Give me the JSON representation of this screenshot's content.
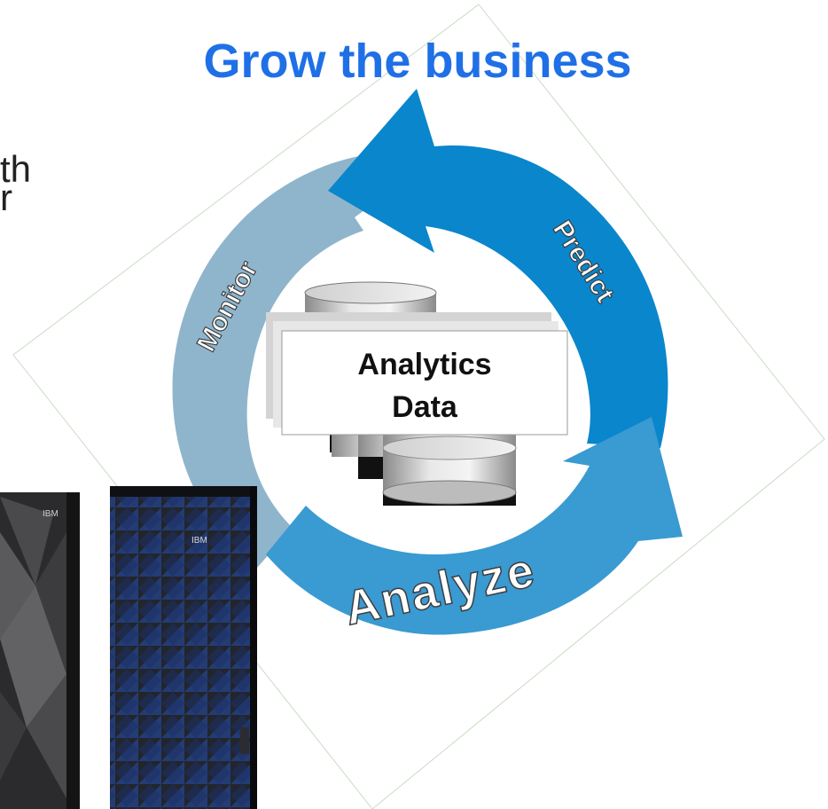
{
  "title": "Grow the business",
  "left_text_fragments": [
    "th",
    "r"
  ],
  "cycle": {
    "labels": {
      "predict": "Predict",
      "monitor": "Monitor",
      "analyze": "Analyze"
    },
    "colors": {
      "predict": "#0a86cc",
      "monitor": "#8fb5cc",
      "analyze": "#3a9ad2"
    }
  },
  "center_box": {
    "line1": "Analytics",
    "line2": "Data"
  },
  "servers": {
    "left_logo": "IBM",
    "right_logo": "IBM",
    "accent": "#2a56b8"
  },
  "colors": {
    "title": "#1f70e6"
  }
}
